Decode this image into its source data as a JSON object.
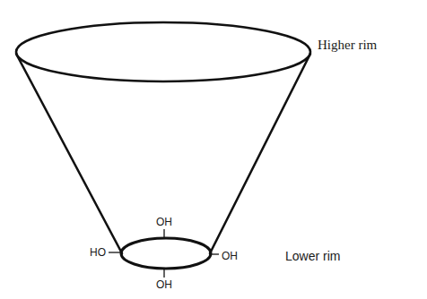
{
  "diagram": {
    "labels": [
      "Higher rim",
      "OH",
      "HO",
      "OH",
      "OH",
      "Lower rim"
    ]
  }
}
